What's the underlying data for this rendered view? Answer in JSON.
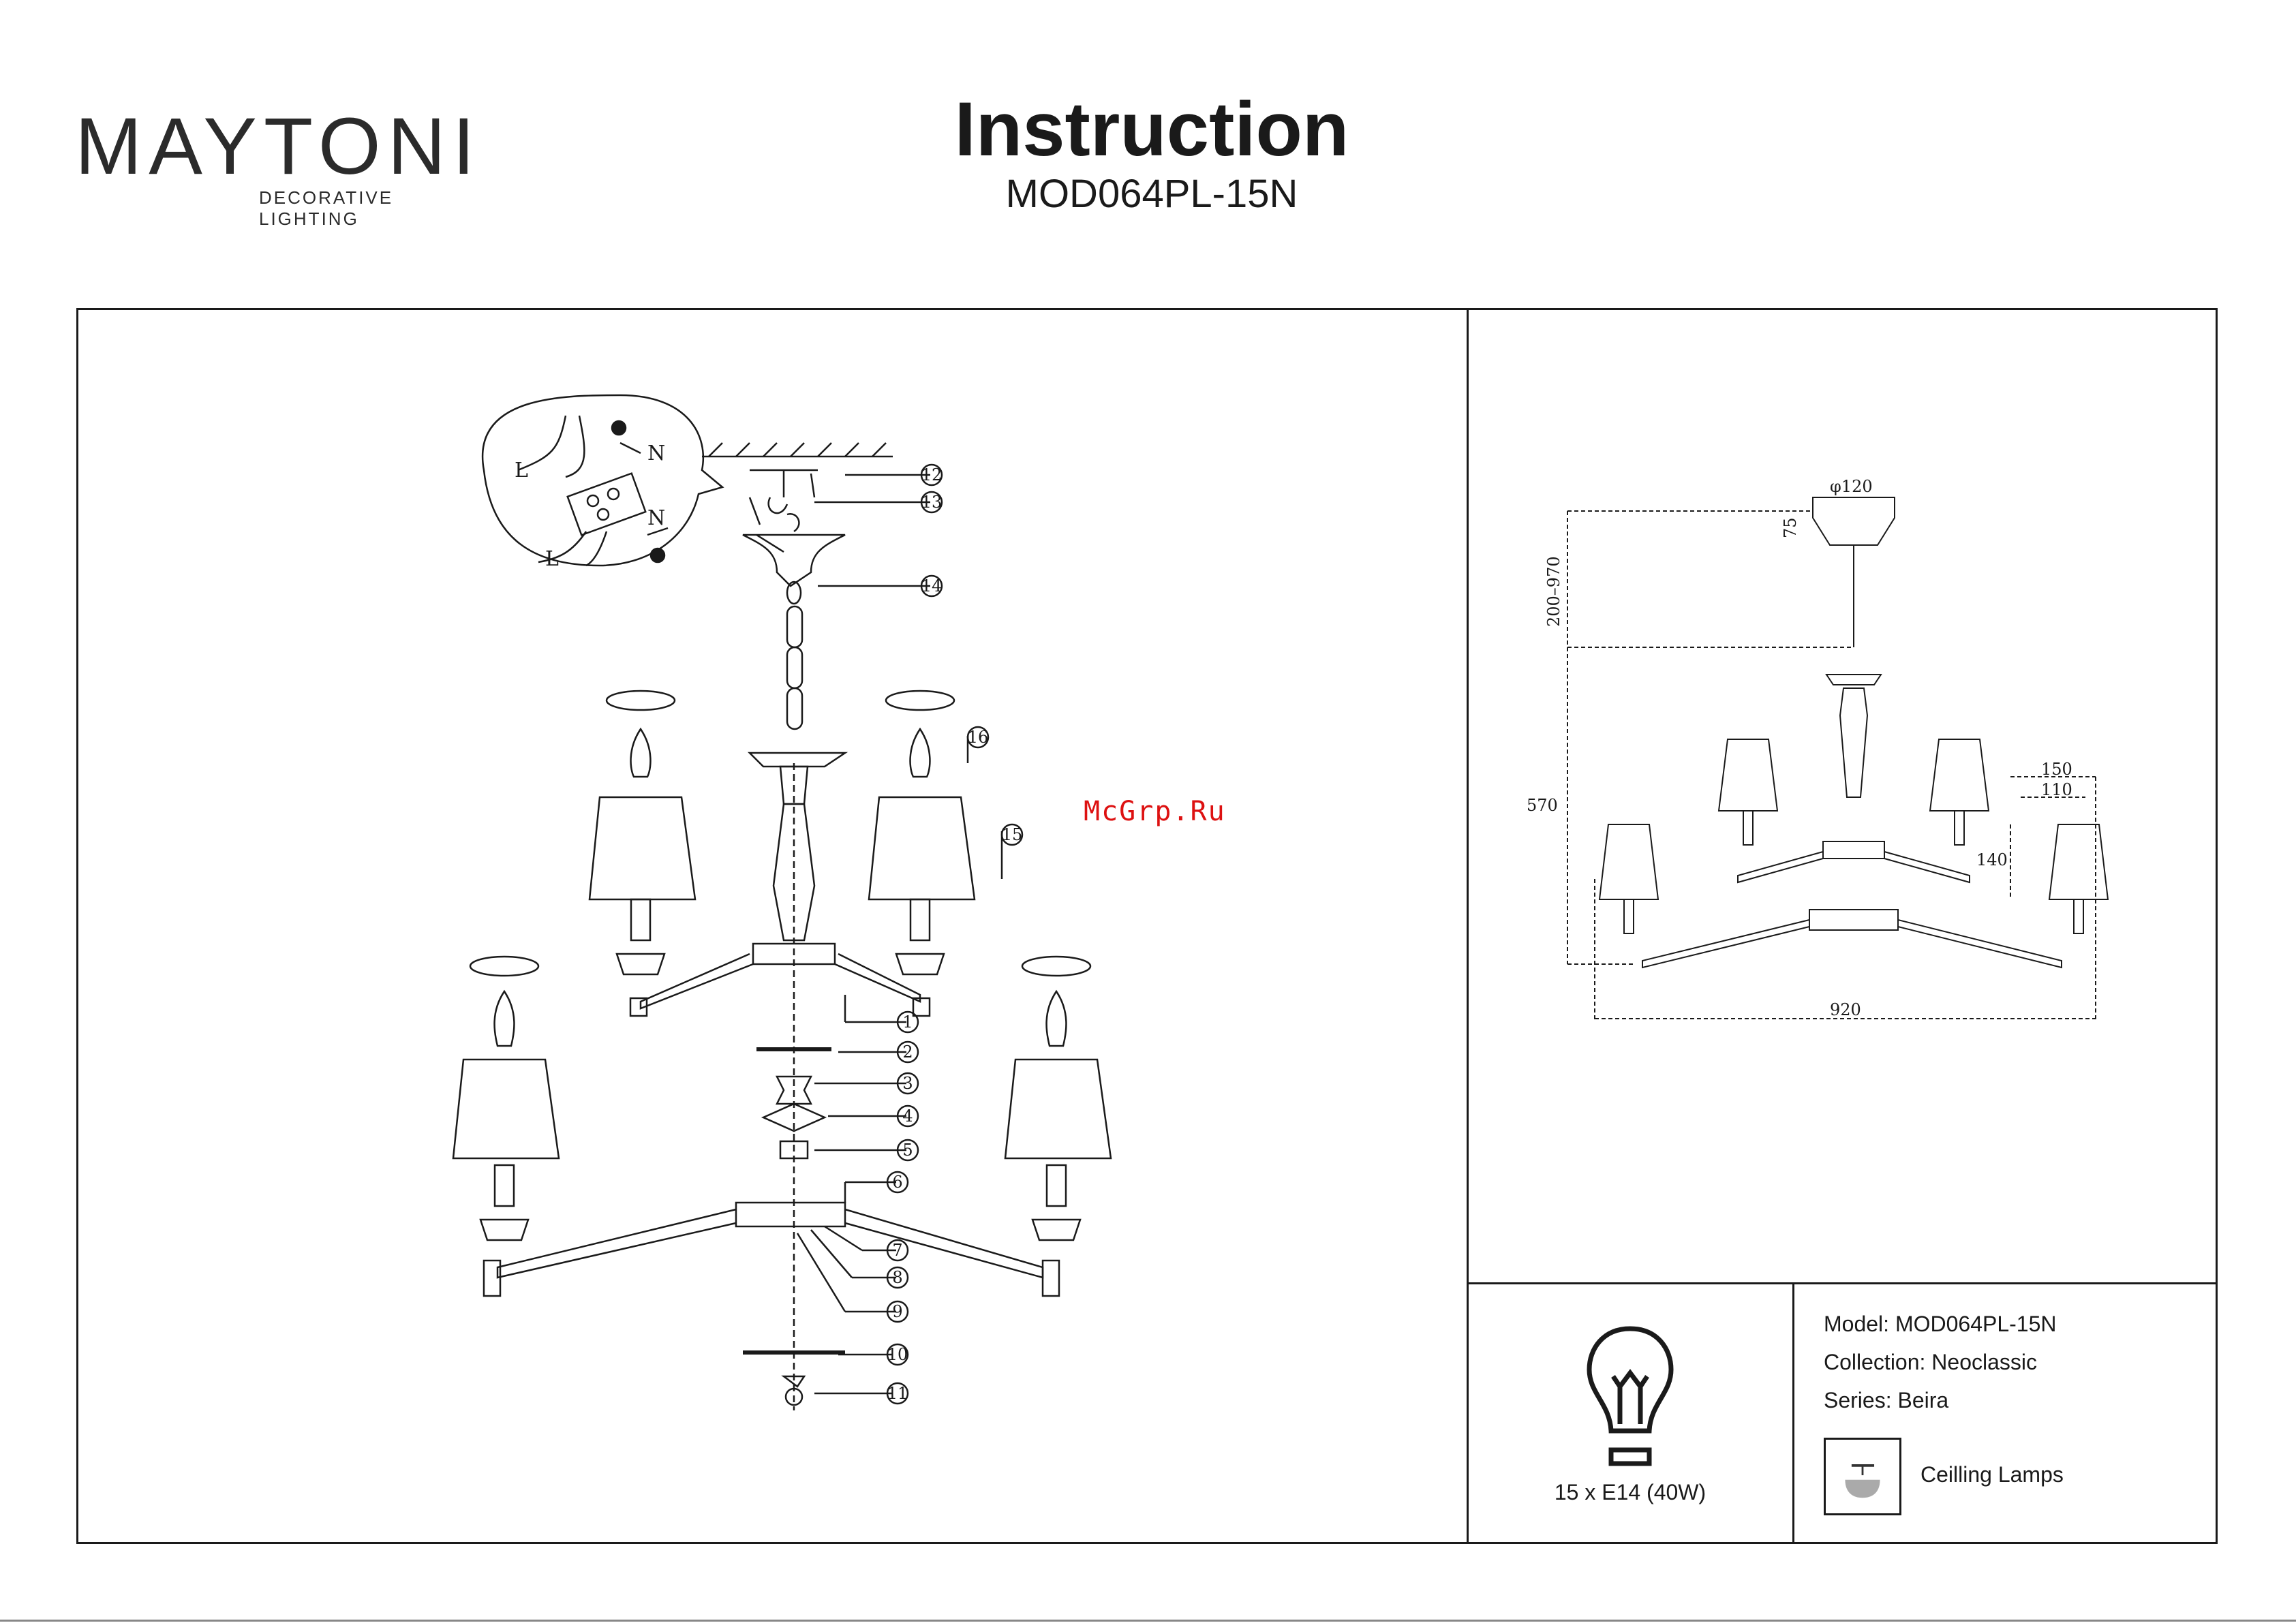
{
  "brand": {
    "name": "MAYTONI",
    "tagline": "DECORATIVE LIGHTING",
    "accent_color": "#6b1b4a"
  },
  "header": {
    "title": "Instruction",
    "model": "MOD064PL-15N"
  },
  "watermark": "McGrp.Ru",
  "assembly": {
    "wiring_labels": {
      "live": "L",
      "neutral": "N"
    },
    "callouts": [
      "1",
      "2",
      "3",
      "4",
      "5",
      "6",
      "7",
      "8",
      "9",
      "10",
      "11",
      "12",
      "13",
      "14",
      "15",
      "16"
    ]
  },
  "dimensions": {
    "canopy_diameter": "φ120",
    "canopy_height": "75",
    "height_range": "200–970",
    "body_height": "570",
    "shade_top": "150",
    "shade_bottom": "110",
    "shade_height": "140",
    "total_width": "920"
  },
  "specs": {
    "lamp": "15 x E14 (40W)",
    "lamp_icon": "bulb-icon",
    "model": "Model: MOD064PL-15N",
    "collection": "Collection: Neoclassic",
    "series": "Series: Beira",
    "type_icon": "ceiling-lamp-icon",
    "type": "Ceilling Lamps"
  }
}
